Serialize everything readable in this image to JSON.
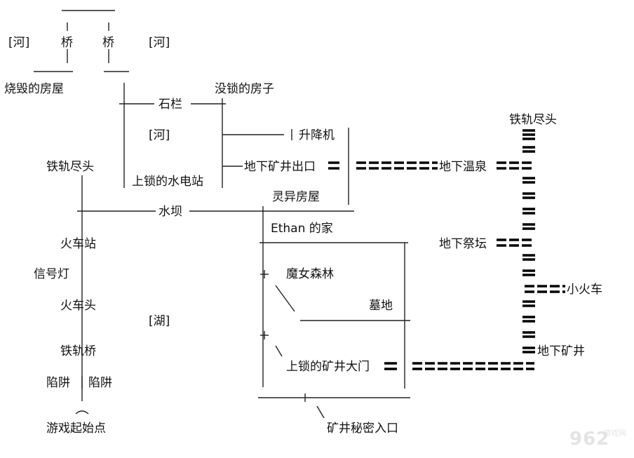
{
  "map": {
    "river_tl_left": "[河]",
    "bridge_left": "桥",
    "bridge_right": "桥",
    "river_tl_right": "[河]",
    "burned_house": "烧毁的房屋",
    "unlocked_house": "没锁的房子",
    "stone_fence": "石栏",
    "river_mid": "[河]",
    "elevator": "升降机",
    "track_end_left": "铁轨尽头",
    "mine_exit": "地下矿井出口",
    "hot_spring": "地下温泉",
    "track_end_right": "铁轨尽头",
    "hydro_station": "上锁的水电站",
    "haunted_house": "灵异房屋",
    "dam": "水坝",
    "ethan_home": "Ethan 的家",
    "train_station": "火车站",
    "altar": "地下祭坛",
    "signal_light": "信号灯",
    "witch_forest": "魔女森林",
    "small_train": "小火车",
    "locomotive": "火车头",
    "lake": "[湖]",
    "graveyard": "墓地",
    "rail_bridge": "铁轨桥",
    "underground_mine": "地下矿井",
    "trap_left": "陷阱",
    "trap_right": "陷阱",
    "locked_mine_gate": "上锁的矿井大门",
    "start_point": "游戏起始点",
    "mine_secret_entrance": "矿井秘密入口"
  },
  "watermark": {
    "number": "962",
    "text": "游戏网"
  }
}
